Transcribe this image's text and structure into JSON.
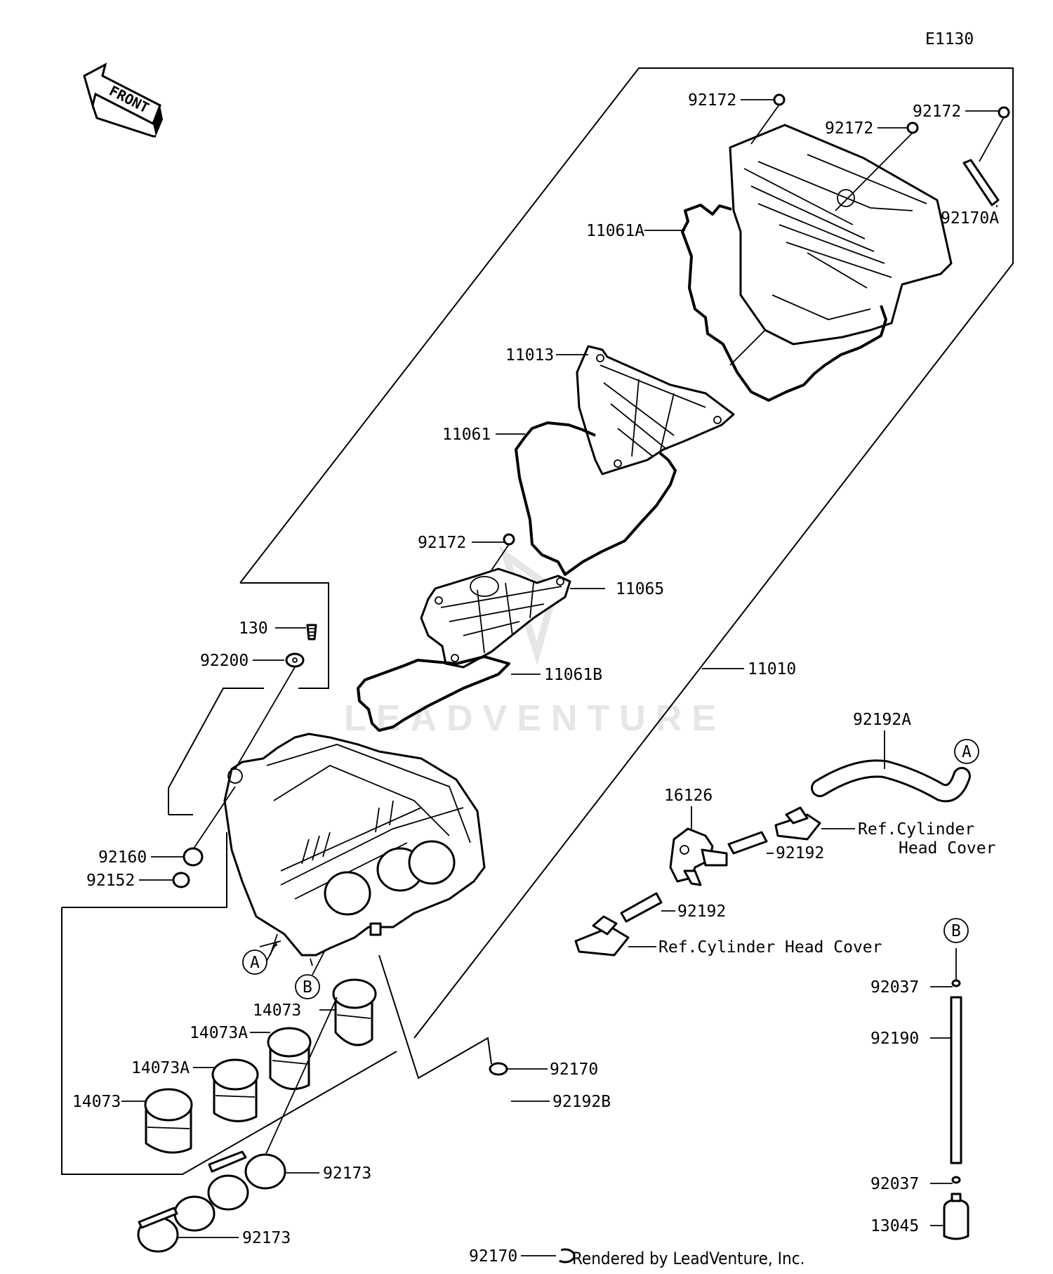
{
  "diagram_code": "E1130",
  "front_label": "FRONT",
  "watermark": "LEADVENTURE",
  "footer": "Rendered by LeadVenture, Inc.",
  "callouts": {
    "a1": "A",
    "b1": "B",
    "a2": "A",
    "b2": "B"
  },
  "labels": {
    "p92172_1": "92172",
    "p92172_2": "92172",
    "p92172_3": "92172",
    "p92170A": "92170A",
    "p11061A": "11061A",
    "p11013": "11013",
    "p11061": "11061",
    "p92172_4": "92172",
    "p11065": "11065",
    "p130": "130",
    "p92200": "92200",
    "p11061B": "11061B",
    "p11010": "11010",
    "p92192A": "92192A",
    "p16126": "16126",
    "ref1a": "Ref.Cylinder",
    "ref1b": "Head Cover",
    "p92192_1": "92192",
    "p92160": "92160",
    "p92152": "92152",
    "p92192_2": "92192",
    "ref2": "Ref.Cylinder Head Cover",
    "p14073_1": "14073",
    "p14073A_1": "14073A",
    "p14073A_2": "14073A",
    "p14073_2": "14073",
    "p92170_1": "92170",
    "p92192B": "92192B",
    "p92037_1": "92037",
    "p92190": "92190",
    "p92173_1": "92173",
    "p92173_2": "92173",
    "p92037_2": "92037",
    "p13045": "13045",
    "p92170_2": "92170"
  }
}
